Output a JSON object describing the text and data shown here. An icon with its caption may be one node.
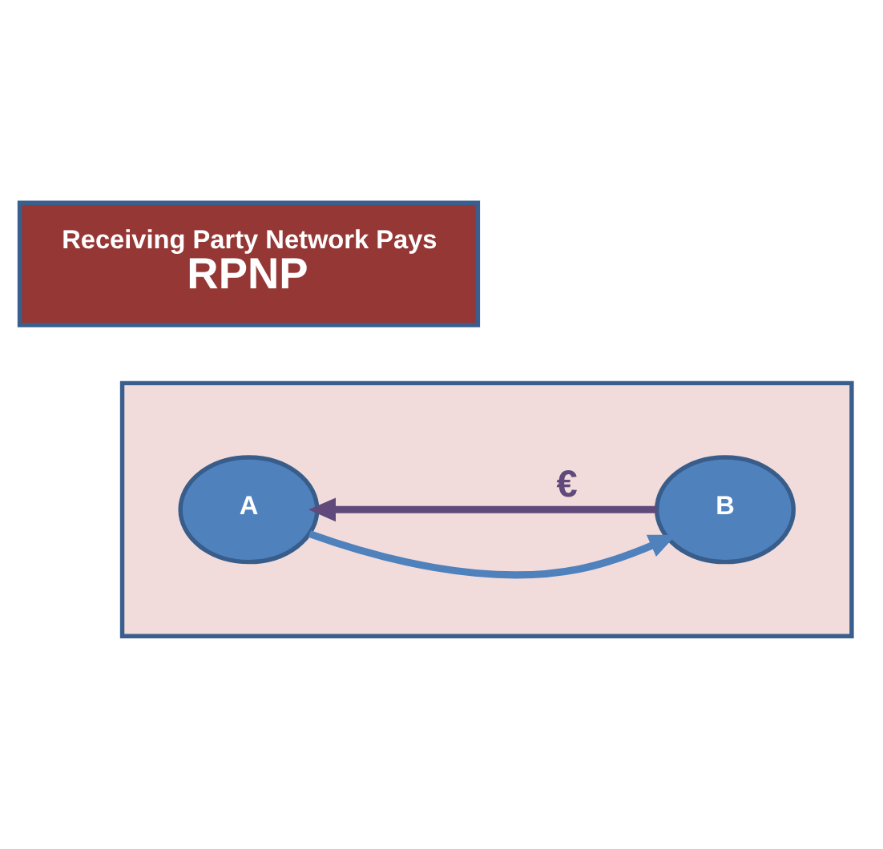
{
  "diagram": {
    "nodes": [
      {
        "text": [
          "Receiving Party Network Pays",
          "RPNP"
        ]
      },
      {
        "text": [],
        "shape": "box"
      },
      {
        "text": [
          "A"
        ],
        "in": 1
      },
      {
        "text": [
          "B"
        ],
        "in": 1
      }
    ],
    "edges": [
      {
        "from": 2,
        "to": 3,
        "arrow": "to",
        "color": "#4f81bd"
      },
      {
        "from": 3,
        "to": 2,
        "arrow": "to",
        "label": "€",
        "color": "#604a7b"
      }
    ]
  }
}
